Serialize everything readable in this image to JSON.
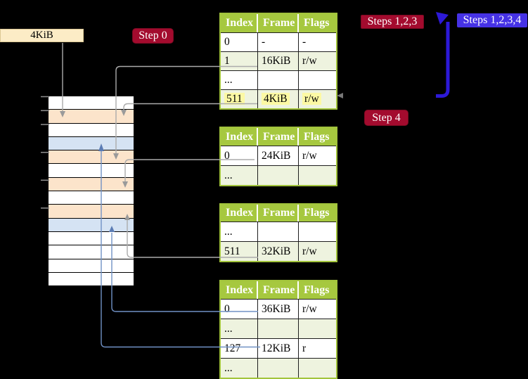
{
  "colors": {
    "background": "#000000",
    "table_header_green": "#a6c83f",
    "table_border_green": "#a2c43c",
    "table_row_green": "#eef3df",
    "highlight_yellow": "#fcf9a4",
    "crimson_label": "#a30b2e",
    "blue_label": "#4632e6",
    "blue_arrow": "#2d19d7",
    "frame_peach": "#fce4cb",
    "frame_blue": "#d5e3f3",
    "connector_gray": "#ababab",
    "connector_blue": "#7091c5",
    "size_box_cream": "#fcecc6"
  },
  "size_box": {
    "label": "4KiB"
  },
  "step_labels": {
    "step0": "Step 0",
    "steps123": "Steps 1,2,3",
    "steps1234": "Steps 1,2,3,4",
    "step4": "Step 4"
  },
  "memory_column": {
    "rows": [
      "white",
      "peach",
      "white",
      "blue",
      "peach",
      "white",
      "peach",
      "white",
      "peach",
      "blue",
      "white",
      "white",
      "white",
      "white"
    ]
  },
  "tables": [
    {
      "columns": [
        "Index",
        "Frame",
        "Flags"
      ],
      "rows": [
        {
          "cells": [
            "0",
            "-",
            "-"
          ],
          "shade": "white",
          "highlight": false
        },
        {
          "cells": [
            "1",
            "16KiB",
            "r/w"
          ],
          "shade": "green",
          "highlight": false
        },
        {
          "cells": [
            "...",
            "",
            ""
          ],
          "shade": "white",
          "highlight": false
        },
        {
          "cells": [
            "511",
            "4KiB",
            "r/w"
          ],
          "shade": "green",
          "highlight": true
        }
      ]
    },
    {
      "columns": [
        "Index",
        "Frame",
        "Flags"
      ],
      "rows": [
        {
          "cells": [
            "0",
            "24KiB",
            "r/w"
          ],
          "shade": "white",
          "highlight": false
        },
        {
          "cells": [
            "...",
            "",
            ""
          ],
          "shade": "green",
          "highlight": false
        }
      ]
    },
    {
      "columns": [
        "Index",
        "Frame",
        "Flags"
      ],
      "rows": [
        {
          "cells": [
            "...",
            "",
            ""
          ],
          "shade": "white",
          "highlight": false
        },
        {
          "cells": [
            "511",
            "32KiB",
            "r/w"
          ],
          "shade": "green",
          "highlight": false
        }
      ]
    },
    {
      "columns": [
        "Index",
        "Frame",
        "Flags"
      ],
      "rows": [
        {
          "cells": [
            "0",
            "36KiB",
            "r/w"
          ],
          "shade": "white",
          "highlight": false
        },
        {
          "cells": [
            "...",
            "",
            ""
          ],
          "shade": "green",
          "highlight": false
        },
        {
          "cells": [
            "127",
            "12KiB",
            "r"
          ],
          "shade": "white",
          "highlight": false
        },
        {
          "cells": [
            "...",
            "",
            ""
          ],
          "shade": "green",
          "highlight": false
        }
      ]
    }
  ]
}
